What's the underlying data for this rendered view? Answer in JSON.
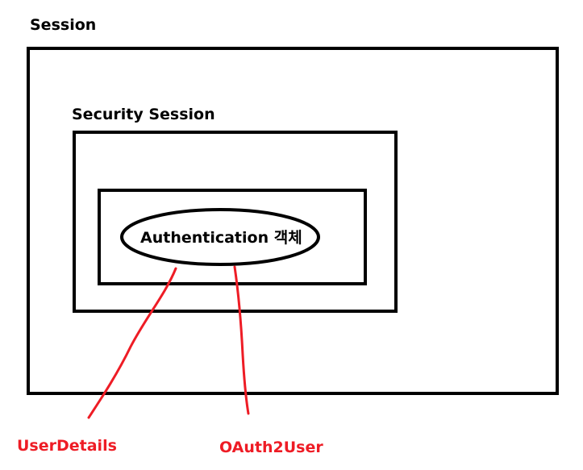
{
  "diagram": {
    "session_label": "Session",
    "security_session_label": "Security Session",
    "authentication_label": "Authentication 객체",
    "user_details_label": "UserDetails",
    "oauth2_user_label": "OAuth2User"
  },
  "colors": {
    "box_border": "#000000",
    "connector": "#ee1c25",
    "annotation_text": "#ee1c25"
  }
}
